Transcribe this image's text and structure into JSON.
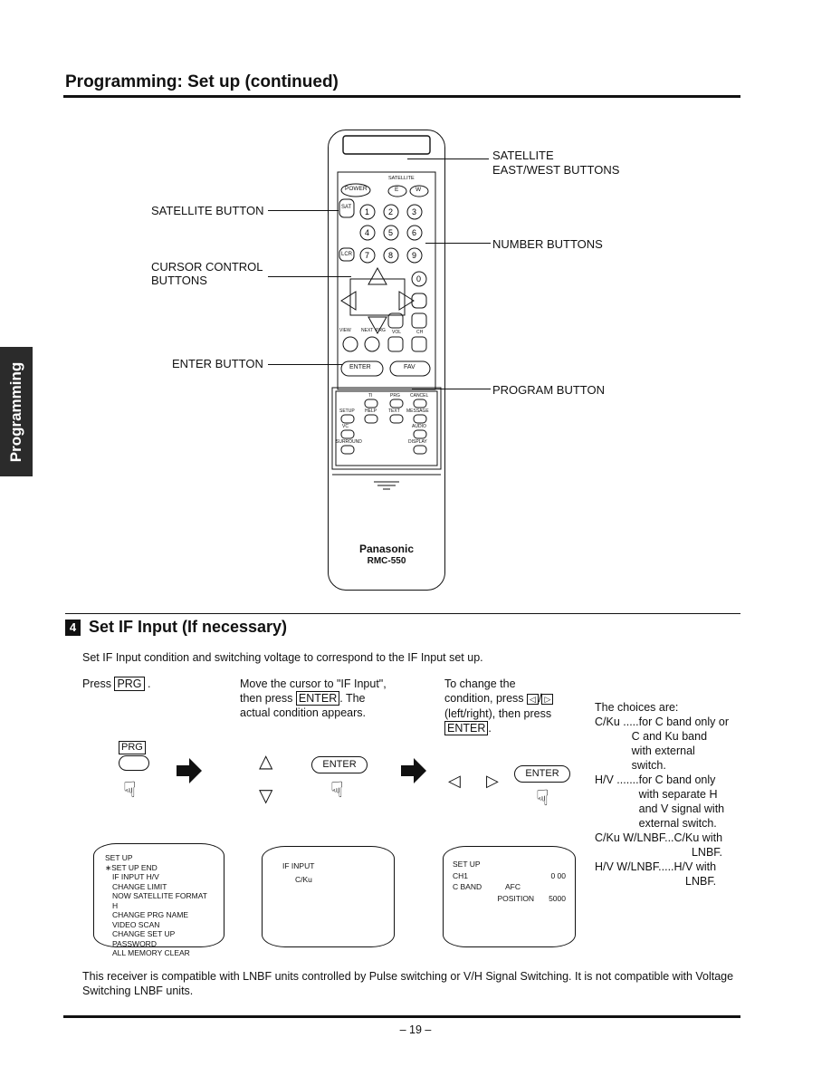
{
  "header": {
    "title": "Programming: Set up (continued)"
  },
  "side_tab": "Programming",
  "remote": {
    "brand": "Panasonic",
    "model": "RMC-550",
    "buttons": {
      "power": "POWER",
      "e": "E",
      "w": "W",
      "satellite_top": "SATELLITE",
      "sat": "SAT",
      "lcr": "LCR",
      "digits": [
        "1",
        "2",
        "3",
        "4",
        "5",
        "6",
        "7",
        "8",
        "9",
        "0"
      ],
      "view": "VIEW",
      "next": "NEXT",
      "prg": "PRG",
      "vol": "VOL",
      "ch": "CH",
      "enter": "ENTER",
      "fav": "FAV",
      "ti": "TI",
      "prg2": "PRG",
      "cancel": "CANCEL",
      "setup": "SETUP",
      "help": "HELP",
      "text": "TEXT",
      "message": "MESSAGE",
      "vc": "VC",
      "audio": "AUDIO",
      "surround": "SURROUND",
      "display": "DISPLAY"
    }
  },
  "callouts": {
    "satellite_button": "SATELLITE BUTTON",
    "cursor_control_1": "CURSOR CONTROL",
    "cursor_control_2": "BUTTONS",
    "enter_button": "ENTER BUTTON",
    "sat_eastwest_1": "SATELLITE",
    "sat_eastwest_2": "EAST/WEST BUTTONS",
    "number_buttons": "NUMBER BUTTONS",
    "program_button": "PROGRAM BUTTON"
  },
  "section": {
    "number": "4",
    "title": "Set IF Input (If necessary)",
    "intro": "Set IF Input condition and switching voltage to correspond to the IF Input set up."
  },
  "steps": {
    "step1": {
      "press": "Press",
      "key": "PRG",
      "suffix": "."
    },
    "step2": {
      "line1": "Move the cursor to \"IF Input\",",
      "line2a": "then press",
      "key": "ENTER",
      "line2b": ". The",
      "line3": "actual condition appears."
    },
    "step3": {
      "line1": "To change the",
      "line2": "condition, press",
      "sep": "/",
      "line3": "(left/right), then press",
      "key": "ENTER",
      "suffix": "."
    }
  },
  "icons": {
    "prg_label": "PRG",
    "enter_label": "ENTER"
  },
  "screens": {
    "screen1": [
      "SET UP",
      "∗SET UP END",
      "IF INPUT H/V",
      "CHANGE LIMIT",
      "NOW SATELLITE FORMAT H",
      "CHANGE PRG NAME",
      "VIDEO SCAN",
      "CHANGE SET UP PASSWORD",
      "ALL MEMORY CLEAR"
    ],
    "screen2": [
      "IF INPUT",
      "C/Ku"
    ],
    "screen3": {
      "title": "SET UP",
      "ch": "CH1",
      "ch_val": "0 00",
      "band": "C BAND",
      "afc": "AFC",
      "position": "POSITION",
      "pos_val": "5000"
    }
  },
  "choices": {
    "heading": "The choices are:",
    "items": [
      {
        "key": "C/Ku .....",
        "lines": [
          "for C band only or",
          "C and Ku band",
          "with external",
          "switch."
        ]
      },
      {
        "key": "H/V .......",
        "lines": [
          "for C band only",
          "with separate H",
          "and V signal with",
          "external switch."
        ]
      },
      {
        "key": "C/Ku W/LNBF...",
        "lines": [
          "C/Ku with",
          "LNBF."
        ]
      },
      {
        "key": "H/V W/LNBF.....",
        "lines": [
          "H/V with",
          "LNBF."
        ]
      }
    ]
  },
  "footer": "This receiver is compatible with LNBF units controlled by Pulse switching or V/H Signal Switching. It is not compatible with Voltage Switching LNBF units.",
  "page_number": "– 19 –"
}
